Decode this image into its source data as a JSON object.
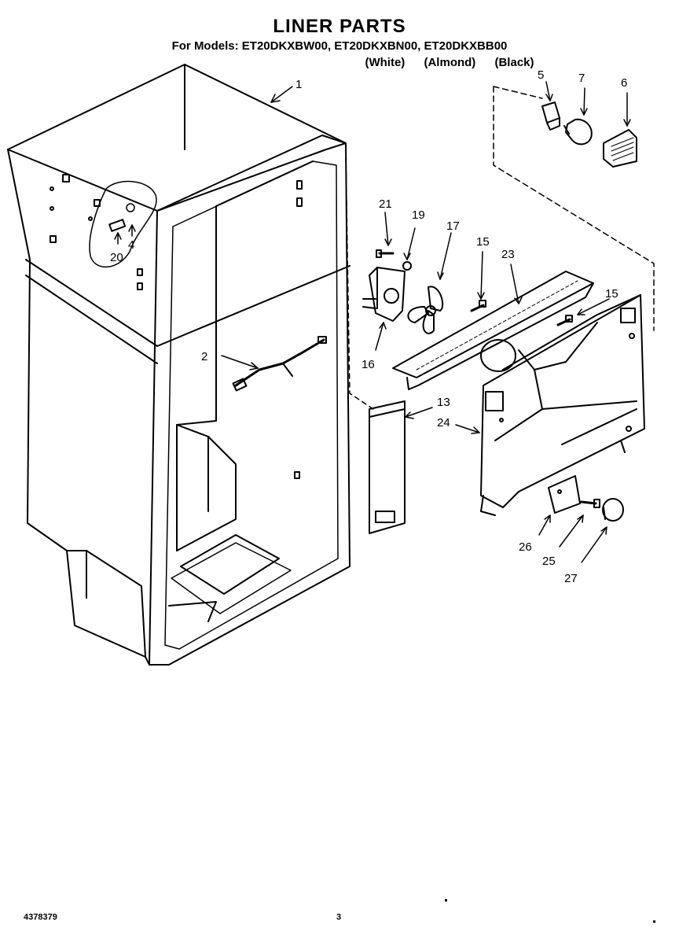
{
  "header": {
    "title": "LINER PARTS",
    "models_line": "For Models:  ET20DKXBW00, ET20DKXBN00, ET20DKXBB00",
    "colors": [
      "(White)",
      "(Almond)",
      "(Black)"
    ]
  },
  "callouts": [
    "1",
    "2",
    "4",
    "5",
    "6",
    "7",
    "13",
    "15",
    "15",
    "16",
    "17",
    "19",
    "20",
    "21",
    "23",
    "24",
    "25",
    "26",
    "27"
  ],
  "footer": {
    "doc_number": "4378379",
    "page_number": "3"
  }
}
